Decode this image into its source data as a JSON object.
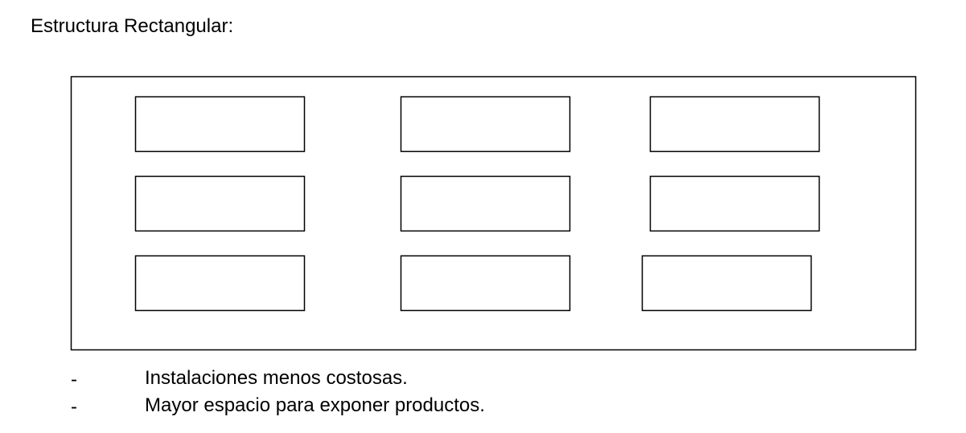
{
  "title": "Estructura Rectangular:",
  "layout": {
    "rows": 3,
    "columns": 3,
    "shelf_count": 9
  },
  "bullets": [
    {
      "marker": "-",
      "text": "Instalaciones menos costosas."
    },
    {
      "marker": "-",
      "text": "Mayor espacio para exponer productos."
    }
  ]
}
